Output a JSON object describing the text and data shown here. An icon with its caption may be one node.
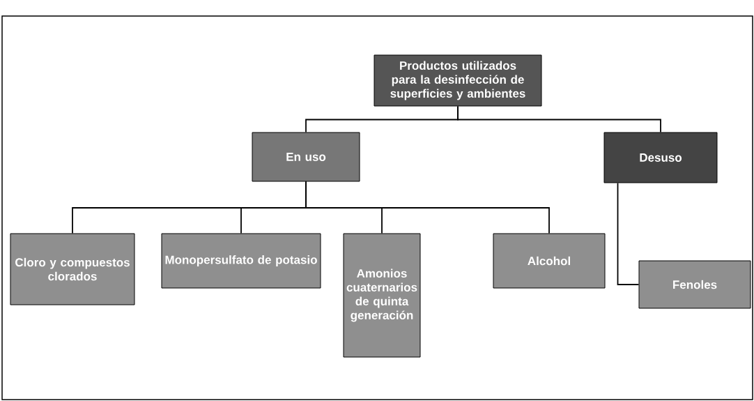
{
  "diagram": {
    "nodes": [
      {
        "text": [
          "Productos utilizados para la desinfección de superficies y ambientes"
        ]
      },
      {
        "text": [
          "En uso"
        ]
      },
      {
        "text": [
          "Desuso"
        ]
      },
      {
        "text": [
          "Cloro y compuestos clorados"
        ]
      },
      {
        "text": [
          "Monopersulfato de potasio"
        ]
      },
      {
        "text": [
          "Amonios cuaternarios de quinta generación"
        ]
      },
      {
        "text": [
          "Alcohol"
        ]
      },
      {
        "text": [
          "Fenoles"
        ]
      }
    ],
    "edges": [
      {
        "from": 0,
        "to": 1,
        "arrow": "none"
      },
      {
        "from": 0,
        "to": 2,
        "arrow": "none"
      },
      {
        "from": 1,
        "to": 3,
        "arrow": "none"
      },
      {
        "from": 1,
        "to": 4,
        "arrow": "none"
      },
      {
        "from": 1,
        "to": 5,
        "arrow": "none"
      },
      {
        "from": 1,
        "to": 6,
        "arrow": "none"
      },
      {
        "from": 2,
        "to": 7,
        "arrow": "none"
      }
    ]
  }
}
